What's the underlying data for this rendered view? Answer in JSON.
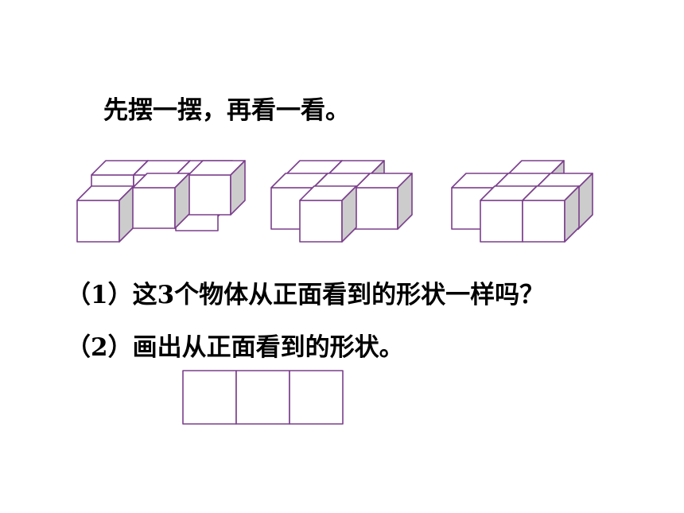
{
  "instruction": "先摆一摆，再看一看。",
  "question_1": "（1）这3个物体从正面看到的形状一样吗？",
  "question_2": "（2）画出从正面看到的形状。",
  "colors": {
    "outline": "#7b3f8c",
    "side_face": "#cccccc",
    "face": "#ffffff",
    "text": "#000000"
  }
}
